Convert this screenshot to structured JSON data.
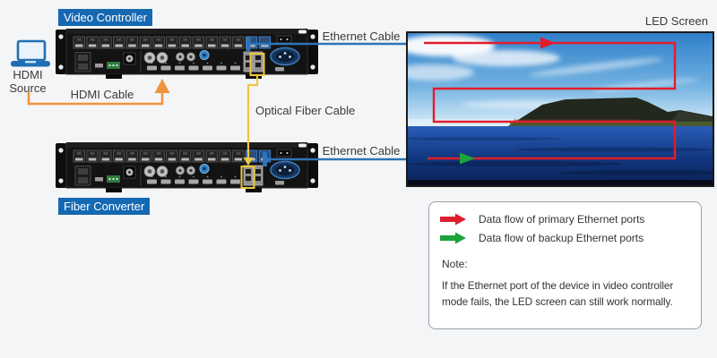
{
  "diagram": {
    "video_controller": "Video Controller",
    "fiber_converter": "Fiber Converter",
    "hdmi_source": "HDMI Source",
    "led_screen": "LED Screen",
    "hdmi_cable": "HDMI Cable",
    "ethernet_cable_top": "Ethernet Cable",
    "ethernet_cable_bottom": "Ethernet Cable",
    "optical_fiber_cable": "Optical Fiber Cable"
  },
  "colors": {
    "primary_flow": "#e11d2c",
    "backup_flow": "#1ca33c",
    "hdmi_cable": "#f0933c",
    "ethernet_cable": "#2e74b8",
    "optical_cable": "#eec73c",
    "tag_background": "#1568b2"
  },
  "legend": {
    "items": [
      {
        "color": "#e11d2c",
        "label": "Data flow of primary Ethernet ports"
      },
      {
        "color": "#1ca33c",
        "label": "Data flow of backup Ethernet ports"
      }
    ],
    "note_title": "Note:",
    "note_lines": [
      "If the Ethernet port of the device in video controller",
      "mode fails, the LED screen can still work normally."
    ]
  }
}
